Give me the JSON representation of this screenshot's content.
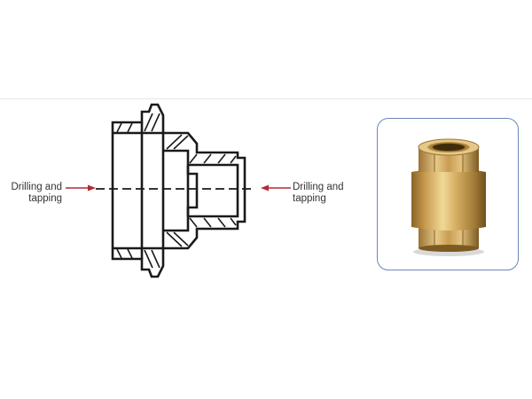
{
  "callouts": {
    "left": {
      "line1": "Drilling and",
      "line2": "tapping"
    },
    "right": {
      "line1": "Drilling and",
      "line2": "tapping"
    }
  },
  "colors": {
    "arrow": "#b42b33",
    "line": "#1a1a1a",
    "brass_light": "#e2c27e",
    "brass_mid": "#c79a4e",
    "brass_dark": "#8a6526",
    "frame": "#6c87b6"
  },
  "icons": {
    "photo": "brass-check-valve-image"
  }
}
